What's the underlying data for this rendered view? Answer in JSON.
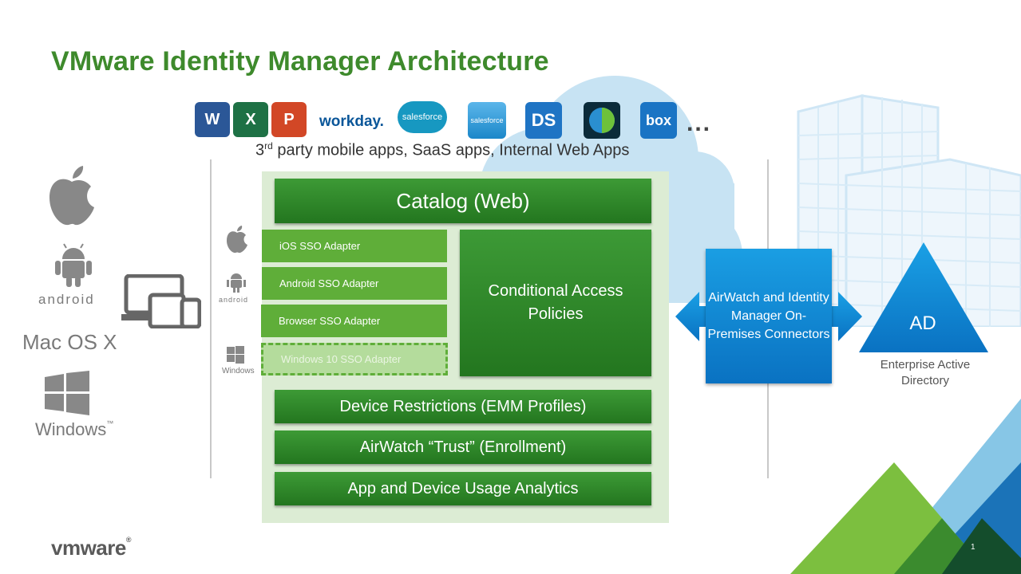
{
  "title": "VMware Identity Manager Architecture",
  "apps": {
    "logos": [
      {
        "name": "word-online-icon",
        "label": "W",
        "sub": "Word Online",
        "color": "#2b5797"
      },
      {
        "name": "excel-online-icon",
        "label": "X",
        "sub": "Excel Online",
        "color": "#1e7145"
      },
      {
        "name": "powerpoint-online-icon",
        "label": "P",
        "sub": "PowerPoint Online",
        "color": "#d24726"
      },
      {
        "name": "workday-icon",
        "label": "workday.",
        "color": "#0a5699"
      },
      {
        "name": "salesforce-icon",
        "label": "salesforce",
        "color": "#1798c1"
      },
      {
        "name": "salesforce-app-icon",
        "label": "salesforce",
        "color": "#1b87c9"
      },
      {
        "name": "ds-icon",
        "label": "DS",
        "color": "#1f74c4"
      },
      {
        "name": "globe-app-icon",
        "label": "",
        "color": "#0b2b3a"
      },
      {
        "name": "box-icon",
        "label": "box",
        "color": "#1a74c4"
      }
    ],
    "more": "...",
    "caption_pre": "3",
    "caption_sup": "rd",
    "caption_post": " party mobile apps, SaaS apps, Internal Web Apps"
  },
  "left_platforms": {
    "android": "android",
    "macos": "Mac OS X",
    "windows": "Windows",
    "windows_tm": "™"
  },
  "small_os": {
    "android": "android",
    "windows": "Windows"
  },
  "stack": {
    "catalog": "Catalog (Web)",
    "adapters": [
      "iOS SSO Adapter",
      "Android SSO Adapter",
      "Browser SSO Adapter",
      "Windows 10 SSO Adapter"
    ],
    "conditional": "Conditional Access Policies",
    "restrictions": "Device Restrictions (EMM Profiles)",
    "trust": "AirWatch “Trust” (Enrollment)",
    "analytics": "App and Device Usage Analytics"
  },
  "connectors": "AirWatch and Identity Manager On-Premises Connectors",
  "ad": {
    "label": "AD",
    "caption": "Enterprise Active Directory"
  },
  "footer": {
    "brand": "vmware",
    "page": "1"
  },
  "colors": {
    "title_green": "#3e8a2c",
    "bar_green": "#2a8126",
    "adapter_green": "#5fae39",
    "panel_bg": "#dcecd4",
    "connector_blue": "#0a86d4",
    "cloud": "#c7e3f3"
  }
}
